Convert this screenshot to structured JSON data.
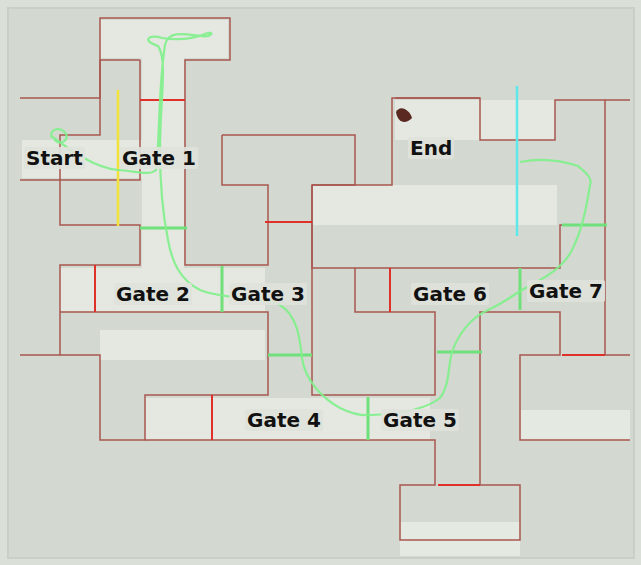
{
  "diagram": {
    "labels": [
      "Start",
      "Gate 1",
      "Gate 2",
      "Gate 3",
      "Gate 4",
      "Gate 5",
      "Gate 6",
      "Gate 7",
      "End"
    ]
  }
}
